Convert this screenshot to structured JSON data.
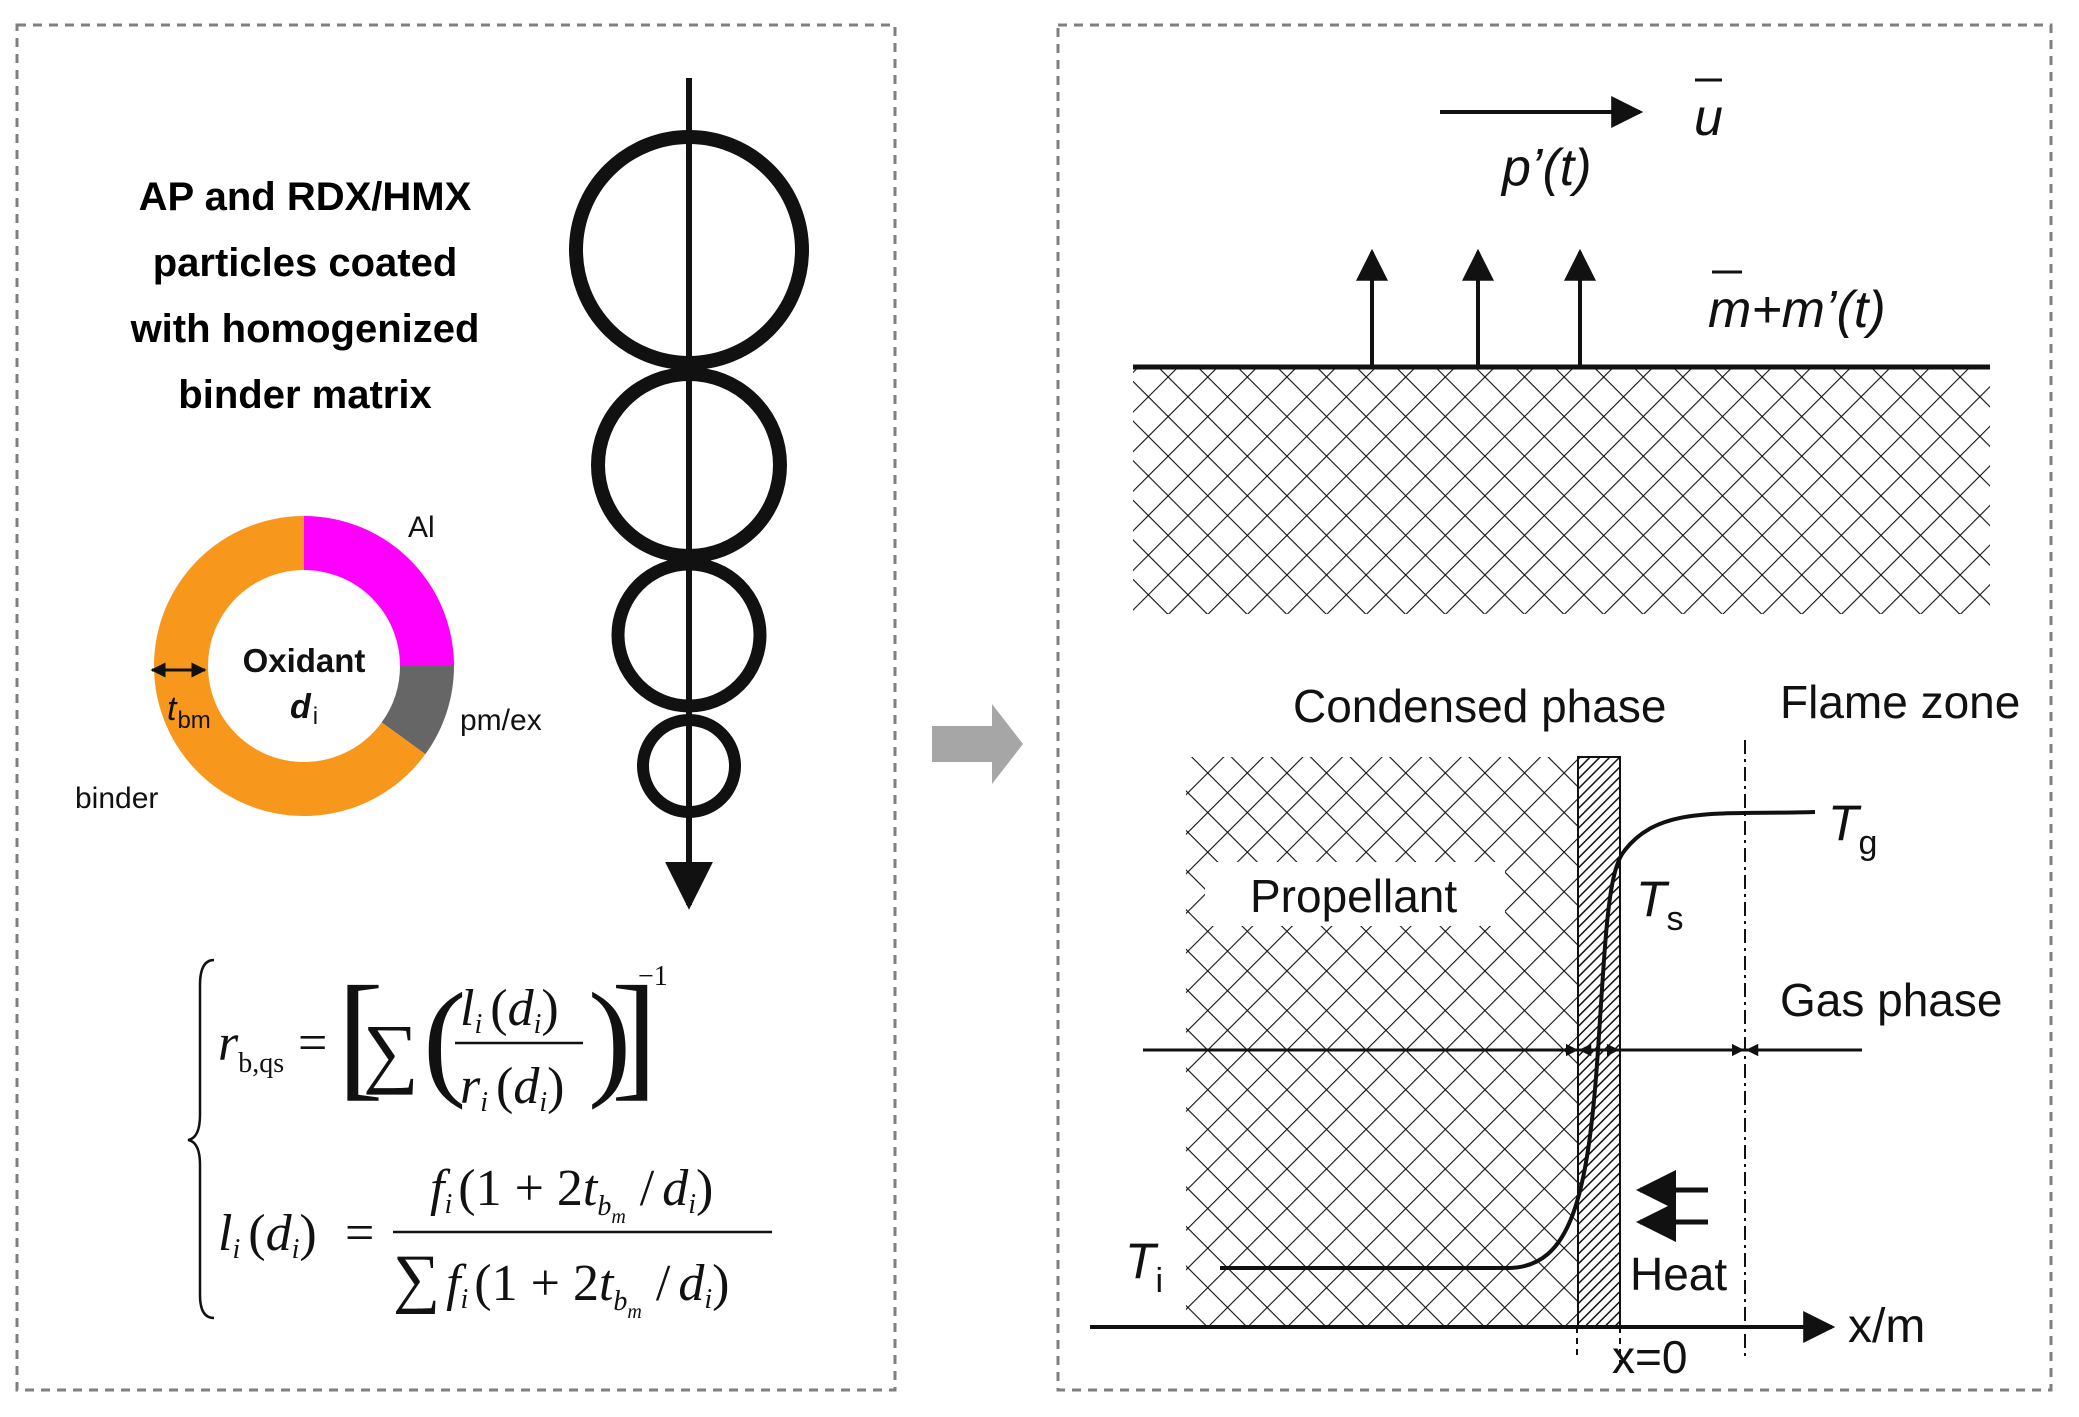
{
  "colors": {
    "frame": "#7f7f7f",
    "binder": "#f7981d",
    "aluminum": "#ff00ff",
    "pm_ex": "#666666",
    "arrow_gray": "#a6a6a6",
    "ink": "#111111"
  },
  "left_panel": {
    "heading_lines": [
      "AP and RDX/HMX",
      "particles coated",
      "with homogenized",
      "binder matrix"
    ],
    "ring_chart": {
      "segments": [
        {
          "name": "Al",
          "fraction": 0.25,
          "color": "#ff00ff"
        },
        {
          "name": "pm/ex",
          "fraction": 0.1,
          "color": "#666666"
        },
        {
          "name": "binder",
          "fraction": 0.65,
          "color": "#f7981d"
        }
      ],
      "center_label": "Oxidant",
      "center_symbol": "d",
      "center_symbol_sub": "i",
      "thickness_symbol": "t",
      "thickness_sub": "bm",
      "label_al": "Al",
      "label_pmex": "pm/ex",
      "label_binder": "binder"
    },
    "equations": {
      "eq1_lhs": "r",
      "eq1_lhs_sub": "b,qs",
      "eq1_exp": "−1",
      "eq_num_1": "l",
      "eq_den_1": "r",
      "eq_arg": "d",
      "i": "i",
      "eq2_lhs": "l",
      "f": "f",
      "one_plus": "1 + 2",
      "t": "t",
      "tb": "b",
      "tm": "m",
      "slash": "/",
      "sum": "∑",
      "equals": "=",
      "lparen": "(",
      "rparen": ")",
      "lbracket": "[",
      "rbracket": "]"
    }
  },
  "right_panel": {
    "velocity_symbol": "u",
    "pressure_label": "p’(t)",
    "mass_flux_label": "m+m’(t)",
    "condensed_phase": "Condensed phase",
    "flame_zone": "Flame zone",
    "propellant": "Propellant",
    "gas_phase": "Gas phase",
    "heat": "Heat",
    "T": "T",
    "Tg_sub": "g",
    "Ts_sub": "s",
    "Ti_sub": "i",
    "x_axis": "x/m",
    "x_zero": "x=0"
  }
}
